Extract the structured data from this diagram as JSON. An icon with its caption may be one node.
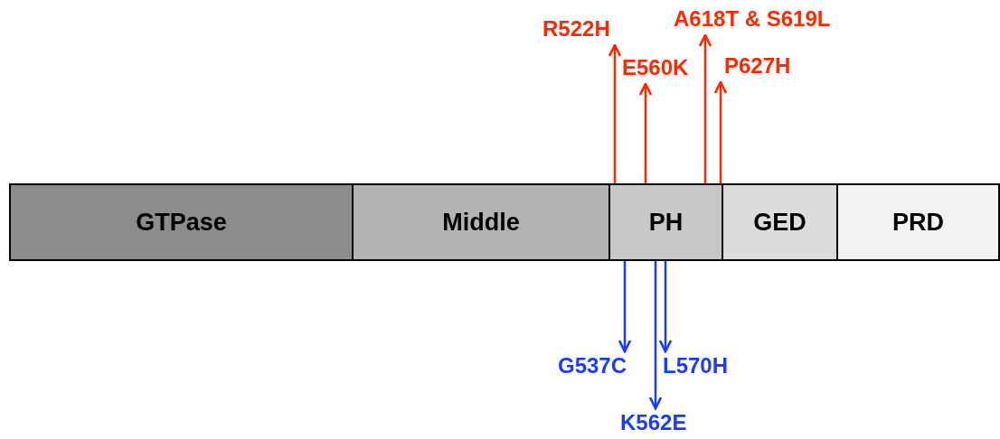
{
  "diagram": {
    "nodes": [
      {
        "text": [
          "GTPase"
        ]
      },
      {
        "text": [
          "Middle"
        ]
      },
      {
        "text": [
          "PH"
        ]
      },
      {
        "text": [
          "GED"
        ]
      },
      {
        "text": [
          "PRD"
        ]
      },
      {
        "text": [
          "R522H"
        ]
      },
      {
        "text": [
          "E560K"
        ]
      },
      {
        "text": [
          "A618T & S619L"
        ]
      },
      {
        "text": [
          "P627H"
        ]
      },
      {
        "text": [
          "G537C"
        ]
      },
      {
        "text": [
          "L570H"
        ]
      },
      {
        "text": [
          "K562E"
        ]
      }
    ],
    "edges": [
      {
        "from": 2,
        "to": 5,
        "arrow": "to",
        "color": "#ff2a00"
      },
      {
        "from": 2,
        "to": 6,
        "arrow": "to",
        "color": "#ff2a00"
      },
      {
        "from": 2,
        "to": 7,
        "arrow": "to",
        "color": "#ff2a00"
      },
      {
        "from": 2,
        "to": 8,
        "arrow": "to",
        "color": "#ff2a00"
      },
      {
        "from": 2,
        "to": 9,
        "arrow": "to",
        "color": "#1a3cff"
      },
      {
        "from": 2,
        "to": 10,
        "arrow": "to",
        "color": "#1a3cff"
      },
      {
        "from": 2,
        "to": 11,
        "arrow": "to",
        "color": "#1a3cff"
      }
    ]
  }
}
